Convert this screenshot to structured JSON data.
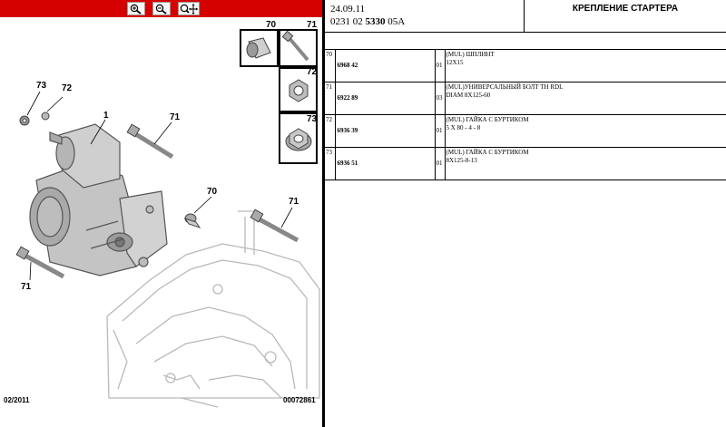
{
  "toolbar": {
    "buttons": [
      {
        "icon": "zoom-in-icon"
      },
      {
        "icon": "zoom-out-icon"
      },
      {
        "icon": "zoom-pan-icon"
      }
    ],
    "background_color": "#d50000"
  },
  "diagram": {
    "callouts": [
      "73",
      "72",
      "1",
      "71",
      "70",
      "71",
      "71"
    ],
    "thumbnails": [
      "70",
      "71",
      "72",
      "73"
    ],
    "footer_left": "02/2011",
    "footer_right": "00072861"
  },
  "header": {
    "date": "24.09.11",
    "part_prefix": "0231 02",
    "part_bold": "5330",
    "part_suffix": "05A",
    "title": "КРЕПЛЕНИЕ СТАРТЕРА"
  },
  "parts": [
    {
      "pos": "70",
      "ref": "6968 42",
      "qty": "01",
      "name": "(MUL) ШПЛИНТ",
      "spec": "12X15"
    },
    {
      "pos": "71",
      "ref": "6922 89",
      "qty": "03",
      "name": "(MUL)УНИВЕРСАЛЬНЫЙ БОЛТ TH RDL",
      "spec": "DIAM 8X125-60"
    },
    {
      "pos": "72",
      "ref": "6936 39",
      "qty": "01",
      "name": "(MUL) ГАЙКА С БУРТИКОМ",
      "spec": "5 X 80 - 4 - 8"
    },
    {
      "pos": "73",
      "ref": "6936 51",
      "qty": "01",
      "name": "(MUL) ГАЙКА С БУРТИКОМ",
      "spec": "8X125-8-13"
    }
  ]
}
